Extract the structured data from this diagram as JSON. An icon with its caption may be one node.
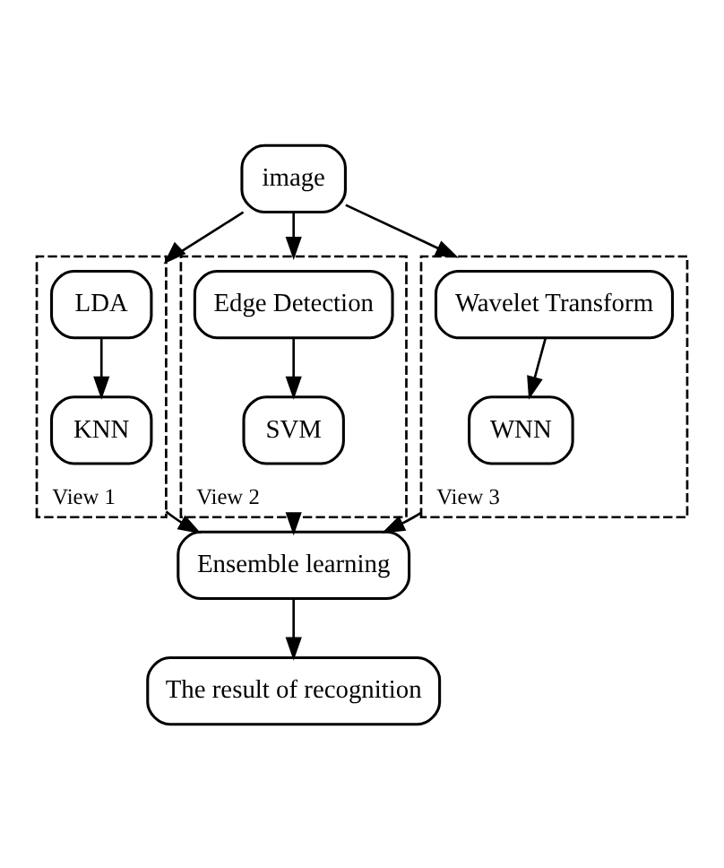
{
  "diagram": {
    "nodes": [
      {
        "text": [
          "image"
        ]
      },
      {
        "text": [
          "View 1"
        ]
      },
      {
        "text": [
          "LDA"
        ],
        "in": 1
      },
      {
        "text": [
          "KNN"
        ],
        "in": 1
      },
      {
        "text": [
          "View 2"
        ]
      },
      {
        "text": [
          "Edge Detection"
        ],
        "in": 4
      },
      {
        "text": [
          "SVM"
        ],
        "in": 4
      },
      {
        "text": [
          "View 3"
        ]
      },
      {
        "text": [
          "Wavelet Transform"
        ],
        "in": 7
      },
      {
        "text": [
          "WNN"
        ],
        "in": 7
      },
      {
        "text": [
          "Ensemble learning"
        ]
      },
      {
        "text": [
          "The result of recognition"
        ]
      }
    ],
    "edges": [
      {
        "from": 0,
        "to": 1,
        "arrow": "to"
      },
      {
        "from": 0,
        "to": 4,
        "arrow": "to"
      },
      {
        "from": 0,
        "to": 7,
        "arrow": "to"
      },
      {
        "from": 2,
        "to": 3,
        "arrow": "to"
      },
      {
        "from": 5,
        "to": 6,
        "arrow": "to"
      },
      {
        "from": 8,
        "to": 9,
        "arrow": "to"
      },
      {
        "from": 1,
        "to": 10,
        "arrow": "to"
      },
      {
        "from": 4,
        "to": 10,
        "arrow": "to"
      },
      {
        "from": 7,
        "to": 10,
        "arrow": "to"
      },
      {
        "from": 10,
        "to": 11,
        "arrow": "to"
      }
    ]
  }
}
